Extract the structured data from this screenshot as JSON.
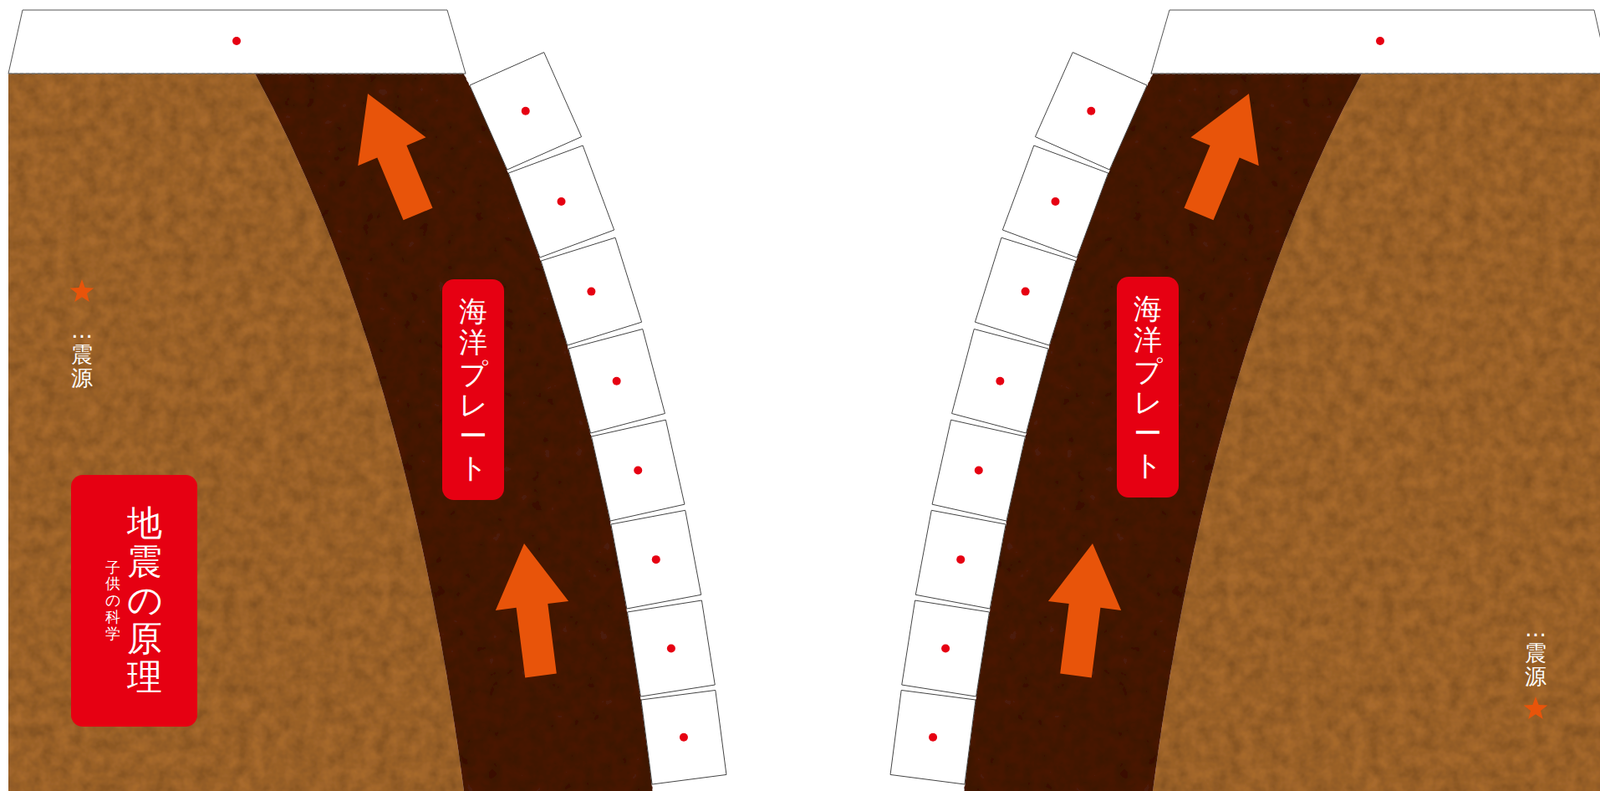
{
  "diagram": {
    "nodes": [
      {
        "text": [
          "地震の原理",
          "子供の科学"
        ]
      },
      {
        "text": [
          "海洋プレート"
        ]
      },
      {
        "text": [
          "海洋プレート"
        ]
      }
    ],
    "labels": [
      "…震源",
      "…震源"
    ]
  }
}
